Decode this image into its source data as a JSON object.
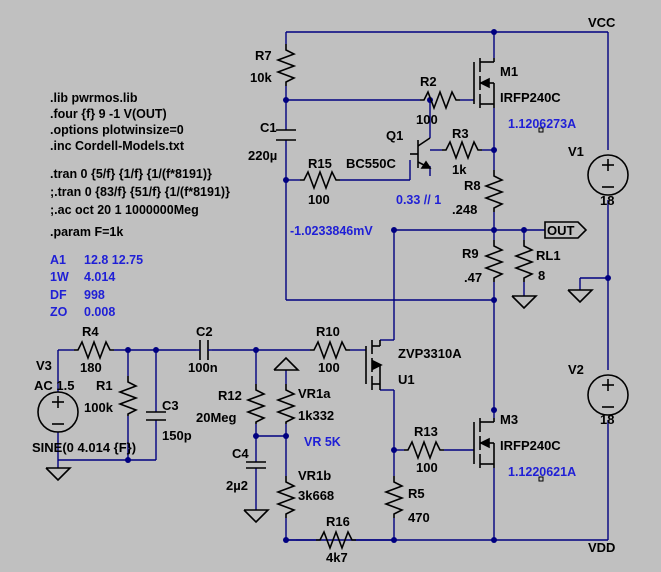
{
  "colors": {
    "background": "#c0c0c0",
    "wire": "#000080",
    "component": "#000000",
    "annotation": "#1f1fd6"
  },
  "directives": [
    ".lib pwrmos.lib",
    ".four {f} 9 -1 V(OUT)",
    ".options plotwinsize=0",
    ".inc Cordell-Models.txt",
    ".tran 0 {5/f} {1/f} {1/(f*8191)}",
    ";.tran 0 {83/f} {51/f} {1/(f*8191)}",
    ";.ac oct 20 1 1000000Meg",
    ".param F=1k"
  ],
  "results": [
    {
      "name": "A1",
      "value": "12.8   12.75"
    },
    {
      "name": "1W",
      "value": "4.014"
    },
    {
      "name": "DF",
      "value": "998"
    },
    {
      "name": "ZO",
      "value": "0.008"
    }
  ],
  "nets": {
    "vcc": "VCC",
    "vdd": "VDD",
    "out": "OUT"
  },
  "components": {
    "R7": {
      "name": "R7",
      "value": "10k"
    },
    "C1": {
      "name": "C1",
      "value": "220µ"
    },
    "R2": {
      "name": "R2",
      "value": "100"
    },
    "R3": {
      "name": "R3",
      "value": "1k"
    },
    "Q1": {
      "name": "Q1",
      "model": "BC550C"
    },
    "R15": {
      "name": "R15",
      "value": "100"
    },
    "M1": {
      "name": "M1",
      "model": "IRFP240C"
    },
    "R8": {
      "name": "R8",
      "value": ".248"
    },
    "R9": {
      "name": "R9",
      "value": ".47"
    },
    "RL1": {
      "name": "RL1",
      "value": "8"
    },
    "V1": {
      "name": "V1",
      "value": "18"
    },
    "V2": {
      "name": "V2",
      "value": "18"
    },
    "R4": {
      "name": "R4",
      "value": "180"
    },
    "R1": {
      "name": "R1",
      "value": "100k"
    },
    "C3": {
      "name": "C3",
      "value": "150p"
    },
    "C2": {
      "name": "C2",
      "value": "100n"
    },
    "V3": {
      "name": "V3",
      "ac": "AC 1.5",
      "source": "SINE(0 4.014 {F})"
    },
    "R12": {
      "name": "R12",
      "value": "20Meg"
    },
    "C4": {
      "name": "C4",
      "value": "2µ2"
    },
    "VR1a": {
      "name": "VR1a",
      "value": "1k332"
    },
    "VR1b": {
      "name": "VR1b",
      "value": "3k668"
    },
    "R10": {
      "name": "R10",
      "value": "100"
    },
    "U1": {
      "name": "U1",
      "model": "ZVP3310A"
    },
    "R13": {
      "name": "R13",
      "value": "100"
    },
    "M3": {
      "name": "M3",
      "model": "IRFP240C"
    },
    "R5": {
      "name": "R5",
      "value": "470"
    },
    "R16": {
      "name": "R16",
      "value": "4k7"
    }
  },
  "annotations": {
    "m1_current": "1.1206273A",
    "m3_current": "1.1220621A",
    "ratio": "0.33 // 1",
    "out_voltage": "-1.0233846mV",
    "vr_label": "VR 5K"
  }
}
